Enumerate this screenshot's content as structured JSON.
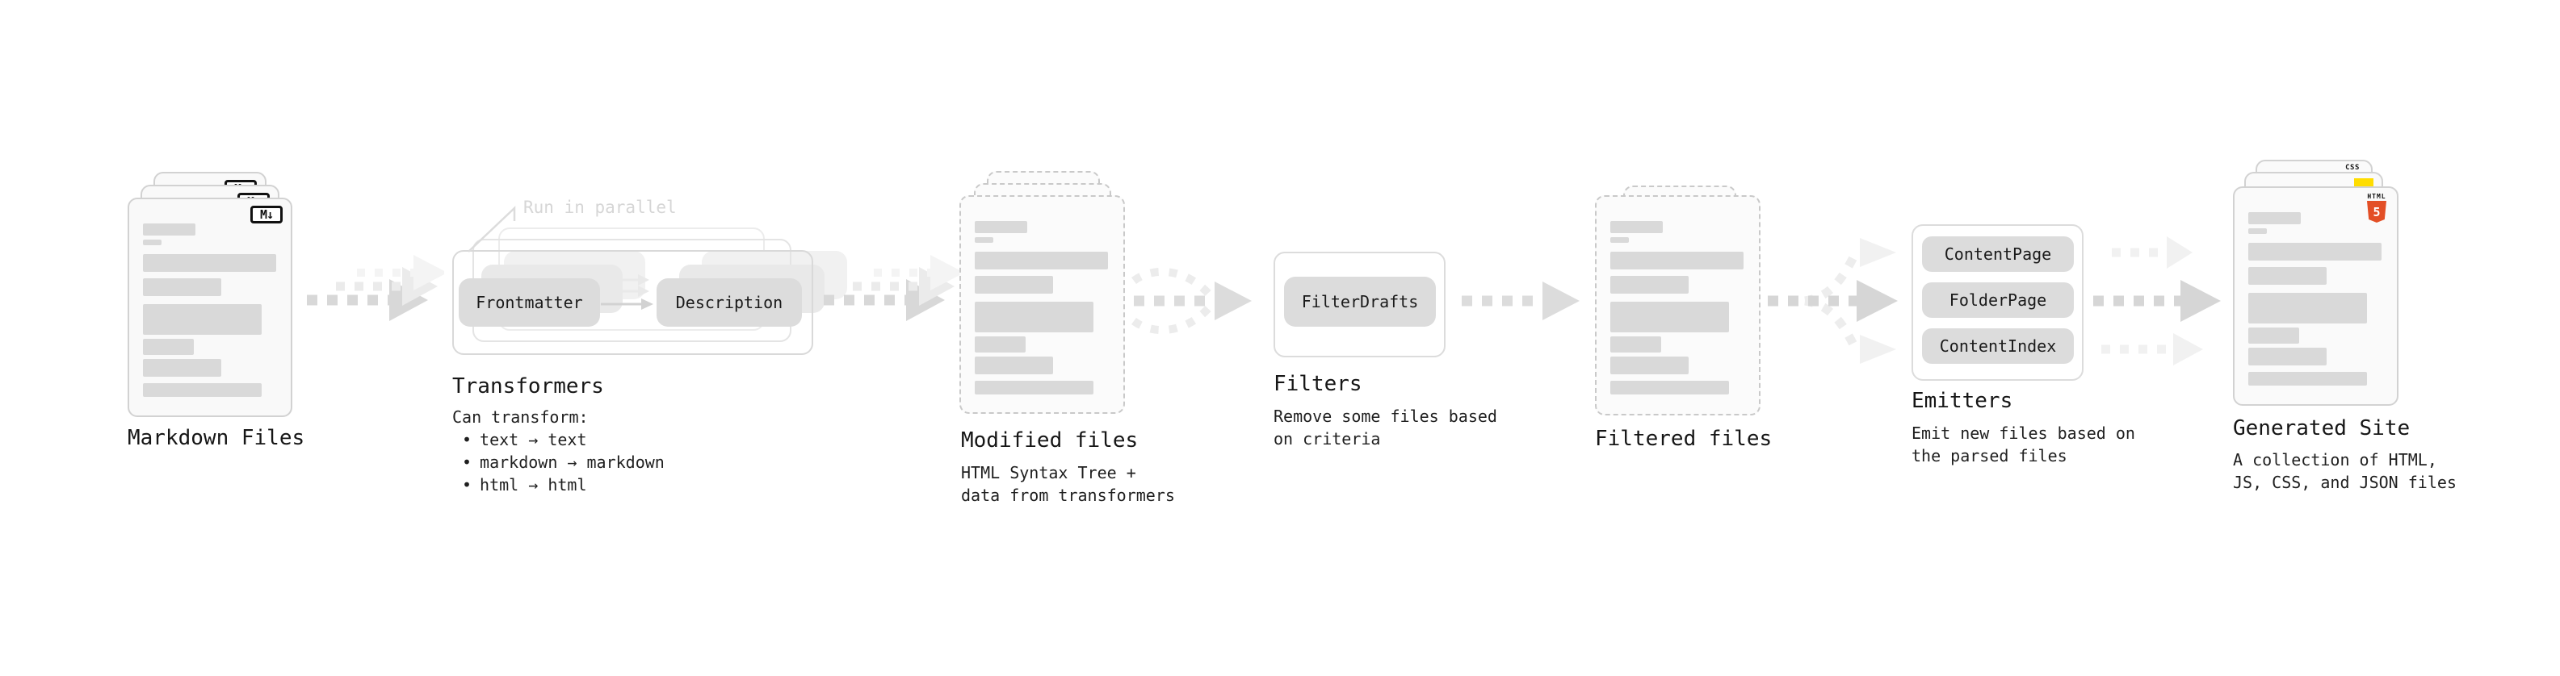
{
  "diagram": {
    "markdown_files": {
      "label": "Markdown Files",
      "badge_label": "M↓"
    },
    "transformers": {
      "label": "Transformers",
      "annotation": "Run in parallel",
      "pills": [
        "Frontmatter",
        "Description"
      ],
      "desc_title": "Can transform:",
      "bullet_glyph": "•",
      "bullets": [
        "text → text",
        "markdown → markdown",
        "html → html"
      ]
    },
    "modified_files": {
      "label": "Modified files",
      "desc": [
        "HTML Syntax Tree +",
        "data from transformers"
      ]
    },
    "filters": {
      "label": "Filters",
      "pills": [
        "FilterDrafts"
      ],
      "desc": [
        "Remove some files based",
        "on criteria"
      ]
    },
    "filtered_files": {
      "label": "Filtered files"
    },
    "emitters": {
      "label": "Emitters",
      "pills": [
        "ContentPage",
        "FolderPage",
        "ContentIndex"
      ],
      "desc": [
        "Emit new files based on",
        "the parsed files"
      ]
    },
    "generated_site": {
      "label": "Generated Site",
      "desc": [
        "A collection of HTML,",
        "JS, CSS, and JSON files"
      ],
      "html5_wordmark": "HTML",
      "html5_numeral": "5",
      "css_wordmark": "CSS"
    },
    "colors": {
      "card_border": "#d2d2d2",
      "card_bg": "#f9f9f9",
      "bar_gray": "#d9d9d9",
      "pill_gray": "#dcdcdc",
      "arrow_gray": "#d8d8d8",
      "ghost_gray": "#ededed",
      "html5_orange": "#e34f26",
      "js_yellow": "#ffdd00",
      "css_blue": "#2965f1"
    }
  }
}
